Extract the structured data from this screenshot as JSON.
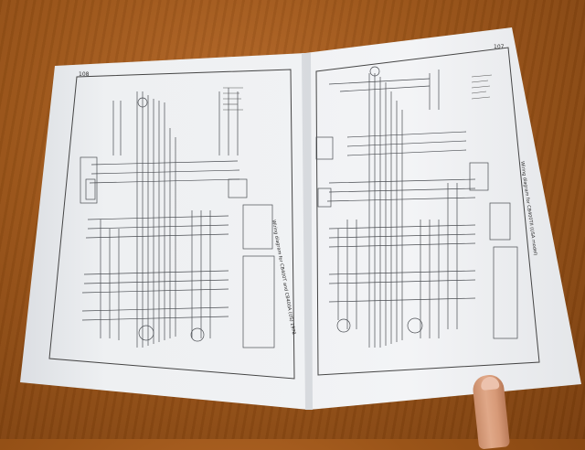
{
  "left_page": {
    "number": "108",
    "caption": "Wiring diagram for CB400T and CB400A (US) 1978"
  },
  "right_page": {
    "number": "107",
    "caption": "Wiring diagram for CB400TII (USA model)"
  },
  "colors": {
    "table": "#9a5418",
    "paper": "#eef0f2",
    "ink": "#3a3d42"
  }
}
